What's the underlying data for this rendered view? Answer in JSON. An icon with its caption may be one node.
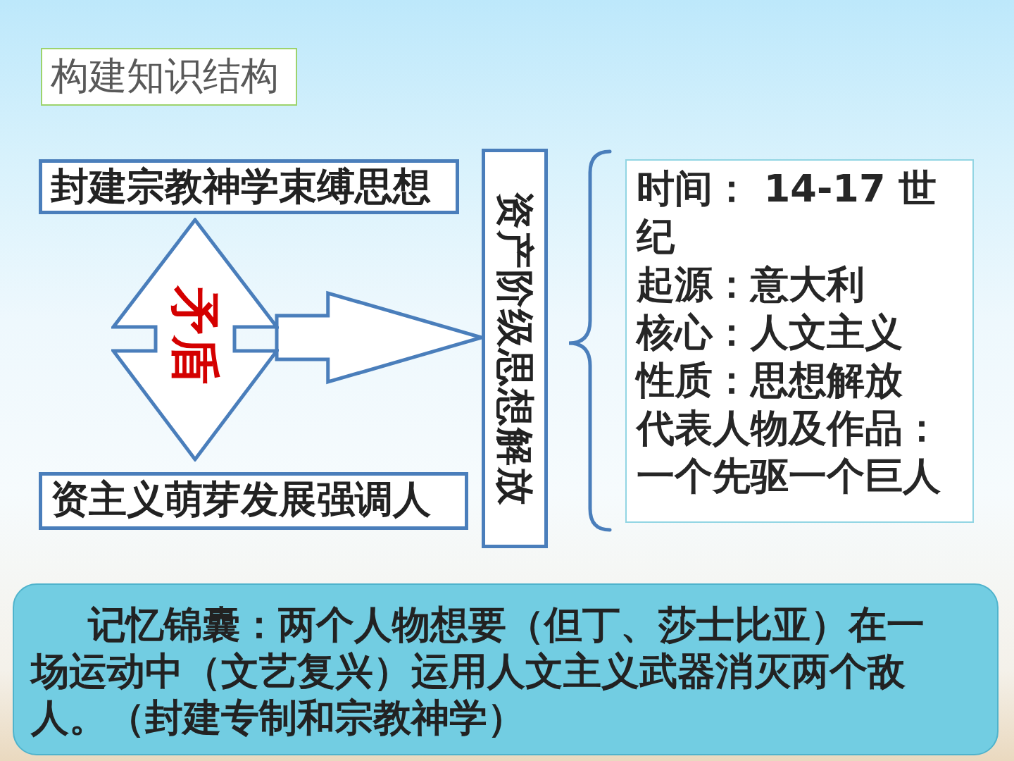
{
  "diagram": {
    "title": "构建知识结构",
    "nodes": [
      {
        "text": [
          "封建宗教神学束缚思想"
        ]
      },
      {
        "text": [
          "矛盾"
        ]
      },
      {
        "text": [
          "资主义萌芽发展强调人"
        ]
      },
      {
        "text": [
          "资产阶级思想解放"
        ]
      },
      {
        "text": [
          "时间： 14-17 世纪",
          "起源：意大利",
          "核心：人文主义",
          "性质：思想解放",
          "代表人物及作品：一个先驱一个巨人"
        ]
      },
      {
        "text": [
          "记忆锦囊：两个人物想要（但丁、莎士比亚）在一场运动中（文艺复兴）运用人文主义武器消灭两个敌人。（封建专制和宗教神学）"
        ]
      }
    ],
    "edges": [
      {
        "from": 1,
        "to": 3,
        "arrow": "to"
      }
    ]
  }
}
